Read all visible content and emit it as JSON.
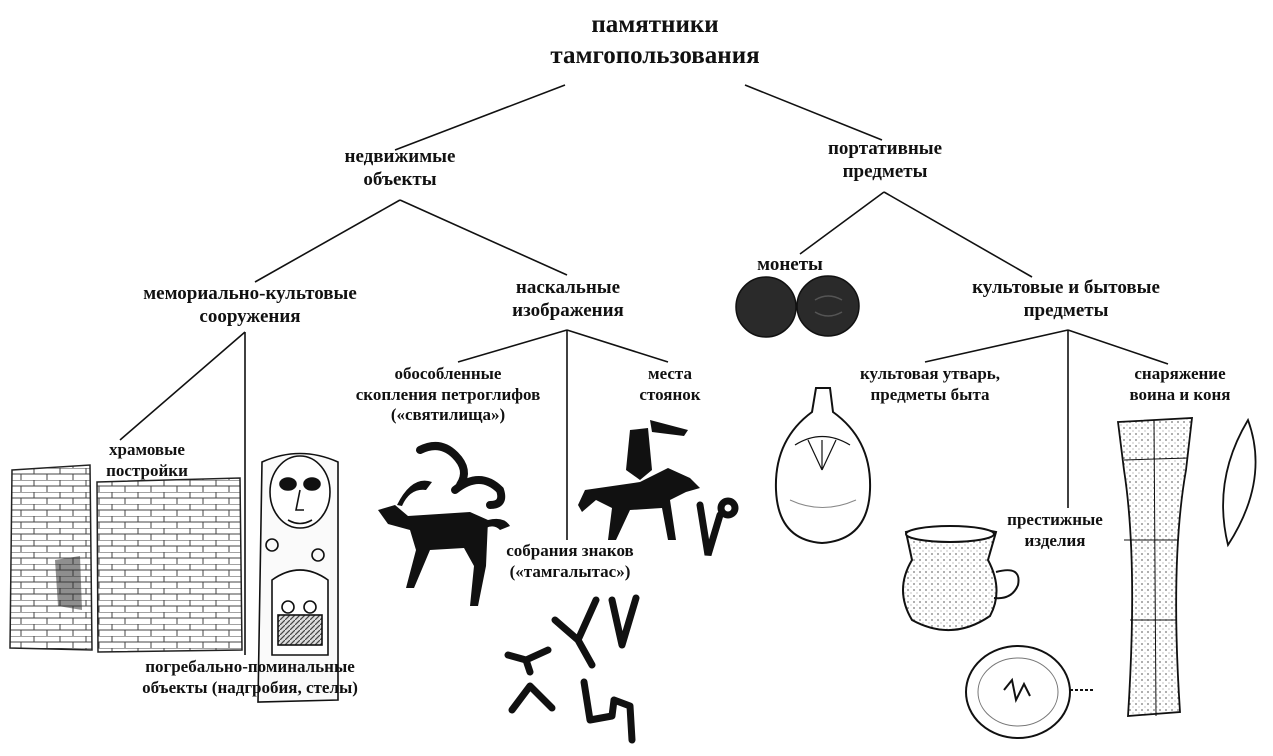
{
  "title": "памятники\nтамгопользования",
  "branches": {
    "immovable": {
      "label": "недвижимые\nобъекты",
      "memorial": {
        "label": "мемориально-культовые\nсооружения",
        "temple": "храмовые\nпостройки",
        "burial": "погребально-поминальные\nобъекты (надгробия, стелы)"
      },
      "rock_art": {
        "label": "наскальные\nизображения",
        "sanctuaries": "обособленные\nскопления петроглифов\n(«святилища»)",
        "camps": "места\nстоянок",
        "tamgalytas": "собрания знаков\n(«тамгалытас»)"
      }
    },
    "portable": {
      "label": "портативные\nпредметы",
      "coins": "монеты",
      "cult_household": {
        "label": "культовые и бытовые\nпредметы",
        "utensils": "культовая утварь,\nпредметы быта",
        "prestige": "престижные\nизделия",
        "equipment": "снаряжение\nвоина и коня"
      }
    }
  }
}
